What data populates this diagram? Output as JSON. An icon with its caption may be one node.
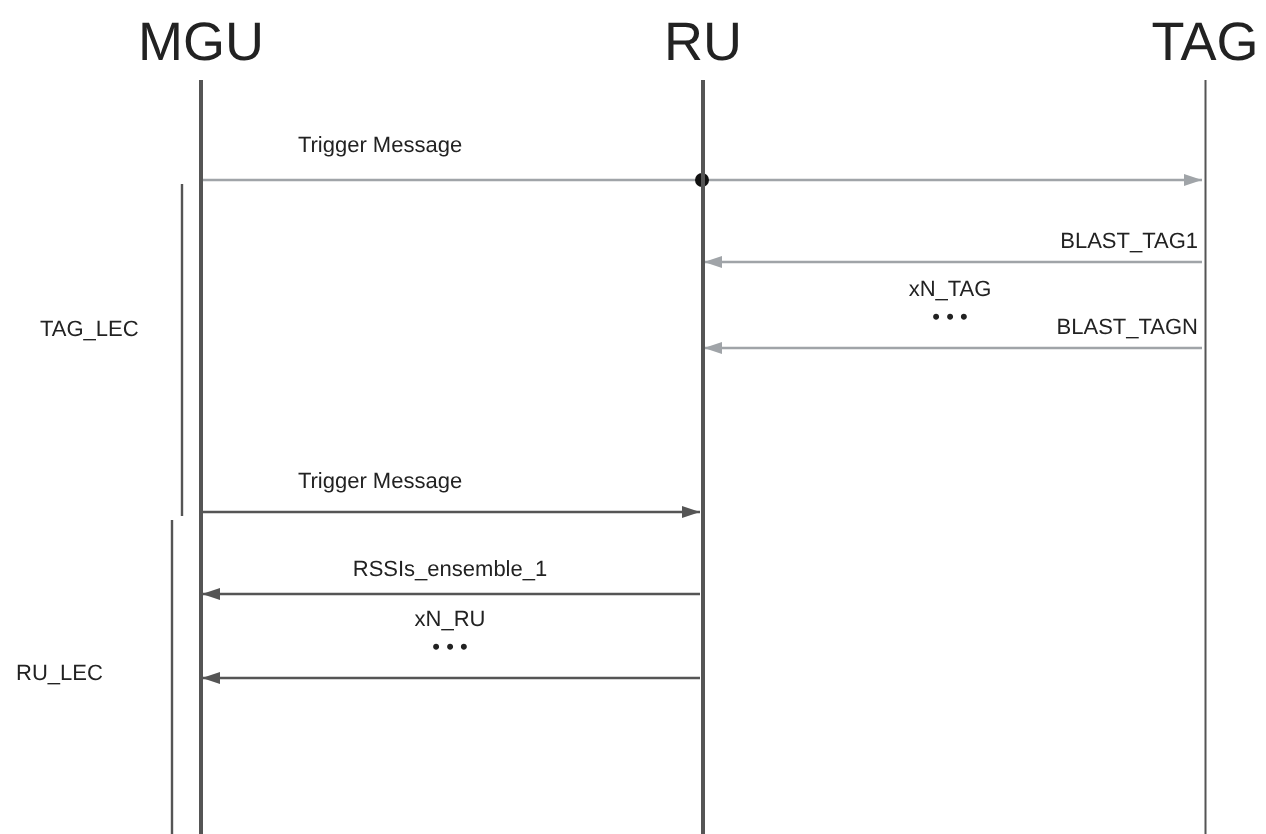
{
  "diagram": {
    "nodes": [
      {
        "text": [
          "MGU"
        ]
      },
      {
        "text": [
          "RU"
        ]
      },
      {
        "text": [
          "TAG"
        ]
      }
    ],
    "edges": [
      {
        "from": 0,
        "to": 2,
        "arrow": "to",
        "label": "Trigger Message",
        "color": "#a0a4a8"
      },
      {
        "from": 2,
        "to": 1,
        "arrow": "to",
        "label": "BLAST_TAG1",
        "color": "#a0a4a8"
      },
      {
        "from": 2,
        "to": 1,
        "arrow": "to",
        "label": "BLAST_TAGN",
        "color": "#a0a4a8"
      },
      {
        "from": 0,
        "to": 1,
        "arrow": "to",
        "label": "Trigger Message"
      },
      {
        "from": 1,
        "to": 0,
        "arrow": "to",
        "label": "RSSIs_ensemble_1"
      },
      {
        "from": 1,
        "to": 0,
        "arrow": "to"
      }
    ],
    "labels": [
      "TAG_LEC",
      "xN_TAG",
      "• • •",
      "RU_LEC",
      "xN_RU",
      "• • •"
    ]
  }
}
